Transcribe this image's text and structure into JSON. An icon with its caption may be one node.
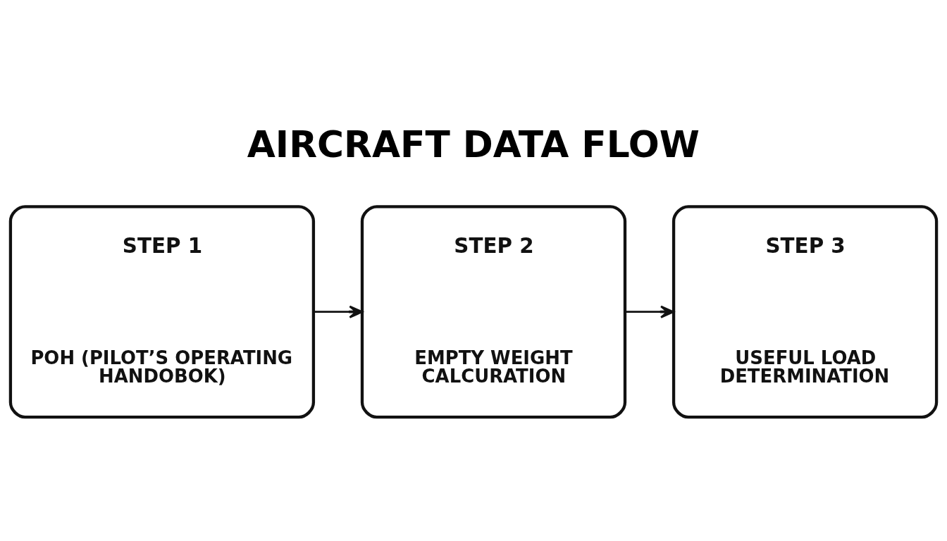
{
  "diagram": {
    "title": "AIRCRAFT DATA FLOW",
    "nodes": [
      {
        "text": [
          "STEP 1",
          "POH (PILOT’S OPERATING HANDOBOK)"
        ]
      },
      {
        "text": [
          "STEP 2",
          "EMPTY WEIGHT CALCURATION"
        ]
      },
      {
        "text": [
          "STEP 3",
          "USEFUL LOAD DETERMINATION"
        ]
      }
    ],
    "edges": [
      {
        "from": 0,
        "to": 1,
        "arrow": "to"
      },
      {
        "from": 1,
        "to": 2,
        "arrow": "to"
      }
    ]
  }
}
